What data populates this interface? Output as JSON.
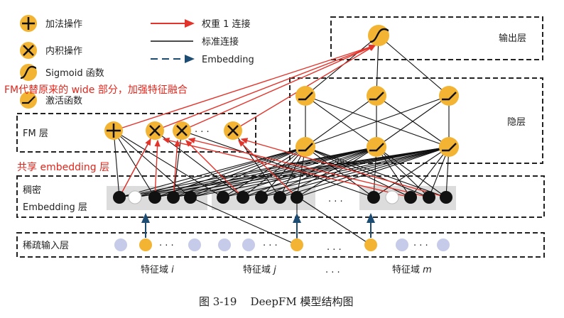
{
  "legend": {
    "add_op": "加法操作",
    "inner_product": "内积操作",
    "sigmoid": "Sigmoid 函数",
    "activation": "激活函数",
    "weight1_conn": "权重 1 连接",
    "normal_conn": "标准连接",
    "embedding_conn": "Embedding"
  },
  "annotations": {
    "fm_note": "FM代替原来的 wide 部分，加强特征融合",
    "shared_embedding": "共享 embedding 层"
  },
  "layers": {
    "output": "输出层",
    "hidden": "隐层",
    "fm": "FM 层",
    "dense_line1": "稠密",
    "dense_line2": "Embedding 层",
    "sparse": "稀疏输入层"
  },
  "fields": {
    "label_prefix": "特征域",
    "i": "i",
    "j": "j",
    "m": "m"
  },
  "ellipsis": "· · ·",
  "caption": "图 3-19    DeepFM 模型结构图",
  "colors": {
    "node_orange": "#f2b432",
    "node_black": "#111111",
    "sparse_blue": "#c5cbe8",
    "red_line": "#e3342b",
    "blue_arrow": "#1d4c73",
    "embed_box": "#dcdcdc"
  }
}
